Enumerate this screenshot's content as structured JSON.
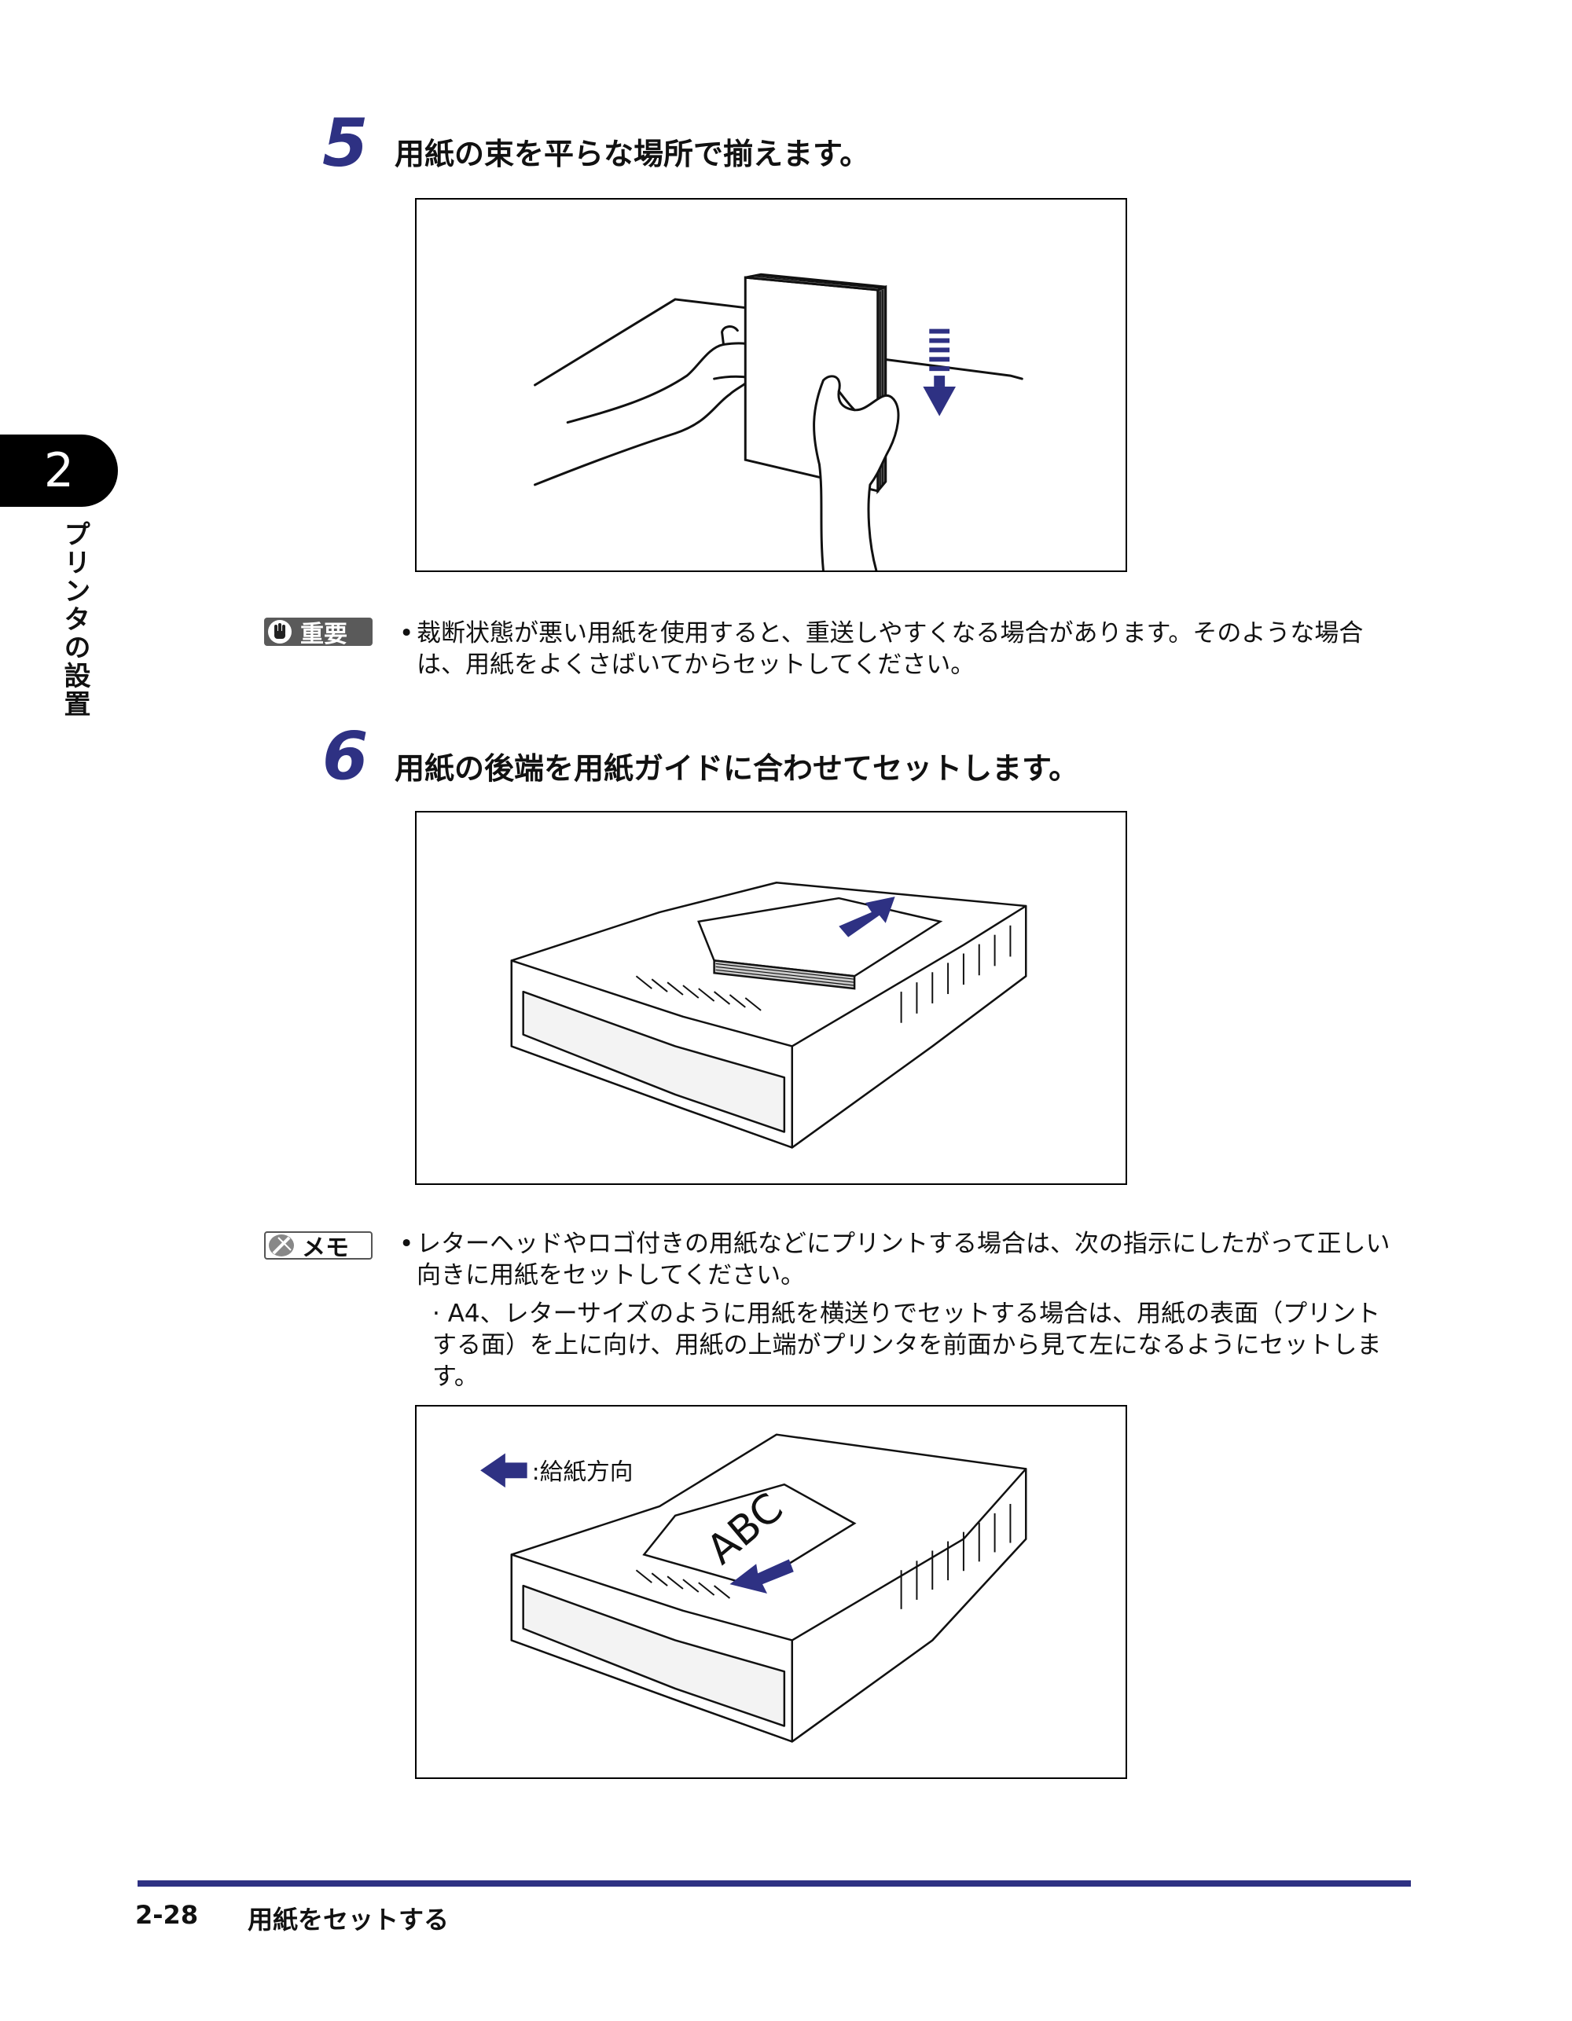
{
  "chapter": {
    "number": "2",
    "title": "プリンタの設置"
  },
  "steps": [
    {
      "number": "5",
      "title": "用紙の束を平らな場所で揃えます。"
    },
    {
      "number": "6",
      "title": "用紙の後端を用紙ガイドに合わせてセットします。"
    }
  ],
  "important": {
    "label": "重要",
    "bullet": "•",
    "lines": [
      "裁断状態が悪い用紙を使用すると、重送しやすくなる場合があります。そのような場合",
      "は、用紙をよくさばいてからセットしてください。"
    ]
  },
  "memo": {
    "label": "メモ",
    "bullet": "•",
    "lines": [
      "レターヘッドやロゴ付きの用紙などにプリントする場合は、次の指示にしたがって正しい",
      "向きに用紙をセットしてください。"
    ],
    "sub_lines": [
      "· A4、レターサイズのように用紙を横送りでセットする場合は、用紙の表面（プリント",
      "する面）を上に向け、用紙の上端がプリンタを前面から見て左になるようにセットしま",
      "す。"
    ]
  },
  "figure3": {
    "feed_label": ":給紙方向",
    "paper_text": "ABC"
  },
  "footer": {
    "page": "2-28",
    "title": "用紙をセットする"
  },
  "colors": {
    "accent": "#2e3183",
    "badge_important": "#5a5a5a"
  },
  "icons": {
    "important": "stop-hand-icon",
    "memo": "pencil-memo-icon"
  }
}
